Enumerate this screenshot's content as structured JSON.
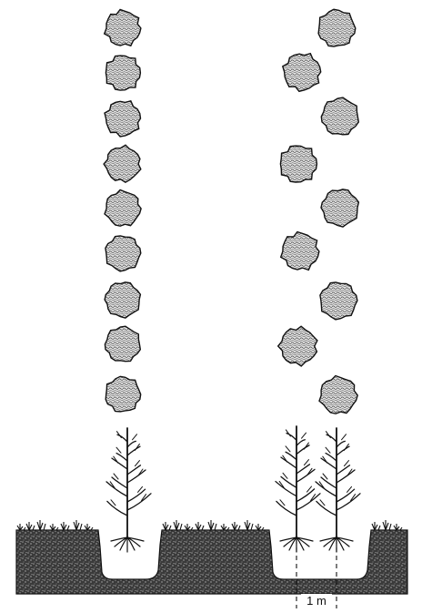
{
  "diagram": {
    "spacing_label": "1 m",
    "colors": {
      "ink": "#111111",
      "soil_dark": "#2e2e2e",
      "soil_light": "#8a8a8a",
      "canopy_fill": "#cfcfcf",
      "background": "#ffffff"
    },
    "plan_view": {
      "single_row_count": 9,
      "double_row_count": 9,
      "double_row_pattern": "staggered"
    },
    "section_view": {
      "left_trench_trees": 1,
      "right_trench_trees": 2
    }
  }
}
